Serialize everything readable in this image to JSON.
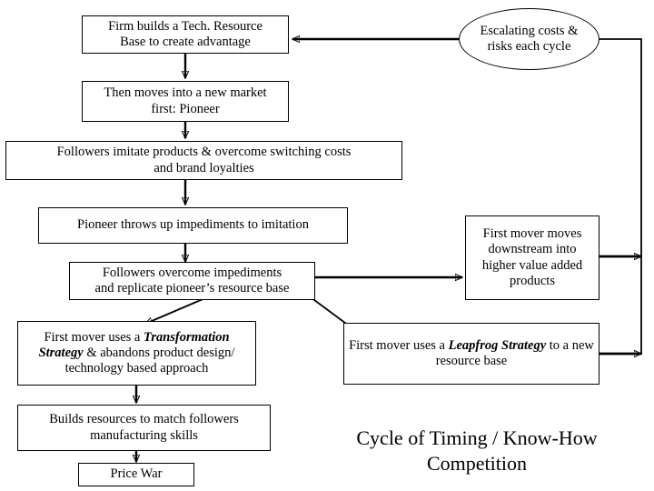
{
  "diagram": {
    "title_line1": "Cycle of Timing / Know-How",
    "title_line2": "Competition",
    "nodes": {
      "tech_base": {
        "line1": "Firm builds a Tech. Resource",
        "line2": "Base to create advantage"
      },
      "new_market": {
        "line1": "Then moves into a new market",
        "line2": "first: Pioneer"
      },
      "followers_imitate": {
        "line1": "Followers imitate products & overcome switching costs",
        "line2": "and brand loyalties"
      },
      "impediments": {
        "line1": "Pioneer throws up impediments to imitation"
      },
      "followers_overcome": {
        "line1": "Followers overcome impediments",
        "line2": "and replicate pioneer’s resource base"
      },
      "transformation": {
        "part1": "First mover uses a ",
        "emphasis": "Transformation Strategy",
        "part2": " & abandons product design/ technology based approach"
      },
      "builds_resources": {
        "line1": "Builds resources to match followers",
        "line2": "manufacturing skills"
      },
      "price_war": {
        "line1": "Price War"
      },
      "downstream": {
        "line1": "First mover moves",
        "line2": "downstream into",
        "line3": "higher value added",
        "line4": "products"
      },
      "leapfrog": {
        "part1": "First mover uses a ",
        "emphasis": "Leapfrog Strategy",
        "part2": " to a new resource base"
      },
      "escalating": {
        "line1": "Escalating costs &",
        "line2": "risks each cycle"
      }
    },
    "colors": {
      "stroke": "#000000",
      "fill": "#ffffff",
      "text": "#000000"
    }
  }
}
